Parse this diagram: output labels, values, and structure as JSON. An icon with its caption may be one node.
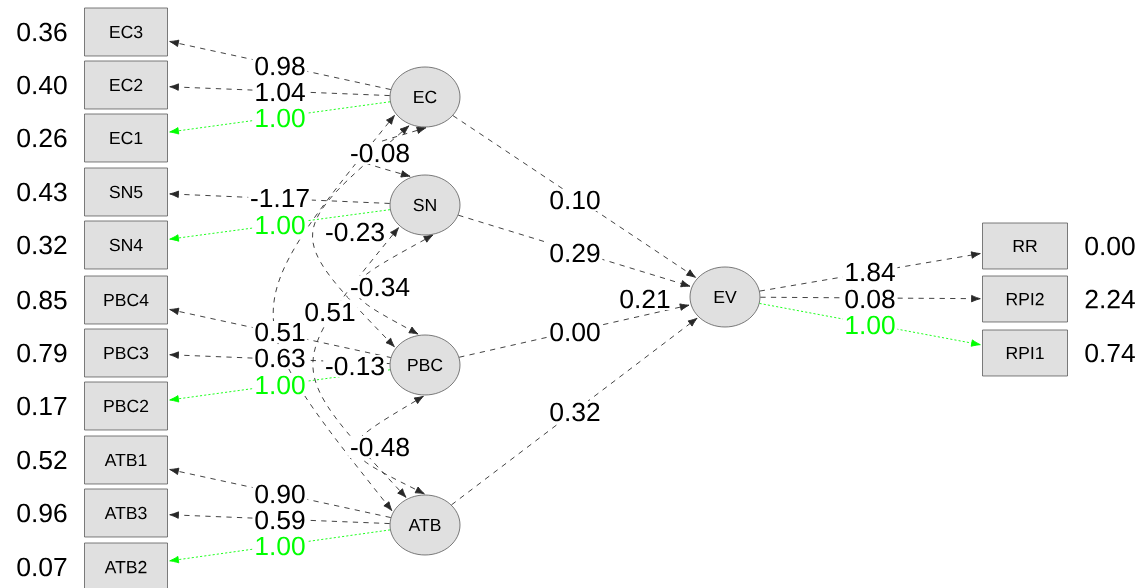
{
  "diagram": {
    "nodes": [
      {
        "text": [
          "EC3"
        ],
        "beside": [
          "0.36"
        ]
      },
      {
        "text": [
          "EC2"
        ],
        "beside": [
          "0.40"
        ]
      },
      {
        "text": [
          "EC1"
        ],
        "beside": [
          "0.26"
        ]
      },
      {
        "text": [
          "SN5"
        ],
        "beside": [
          "0.43"
        ]
      },
      {
        "text": [
          "SN4"
        ],
        "beside": [
          "0.32"
        ]
      },
      {
        "text": [
          "PBC4"
        ],
        "beside": [
          "0.85"
        ]
      },
      {
        "text": [
          "PBC3"
        ],
        "beside": [
          "0.79"
        ]
      },
      {
        "text": [
          "PBC2"
        ],
        "beside": [
          "0.17"
        ]
      },
      {
        "text": [
          "ATB1"
        ],
        "beside": [
          "0.52"
        ]
      },
      {
        "text": [
          "ATB3"
        ],
        "beside": [
          "0.96"
        ]
      },
      {
        "text": [
          "ATB2"
        ],
        "beside": [
          "0.07"
        ]
      },
      {
        "text": [
          "EC"
        ]
      },
      {
        "text": [
          "SN"
        ]
      },
      {
        "text": [
          "PBC"
        ]
      },
      {
        "text": [
          "ATB"
        ]
      },
      {
        "text": [
          "EV"
        ]
      },
      {
        "text": [
          "RR"
        ],
        "beside": [
          "0.00"
        ]
      },
      {
        "text": [
          "RPI2"
        ],
        "beside": [
          "2.24"
        ]
      },
      {
        "text": [
          "RPI1"
        ],
        "beside": [
          "0.74"
        ]
      }
    ],
    "edges": [
      {
        "from": 11,
        "to": 0,
        "arrow": "to",
        "label": "0.98",
        "style": "dashed"
      },
      {
        "from": 11,
        "to": 1,
        "arrow": "to",
        "label": "1.04",
        "style": "dashed"
      },
      {
        "from": 11,
        "to": 2,
        "arrow": "to",
        "label": "1.00",
        "style": "dashed",
        "color": "#00ff00"
      },
      {
        "from": 12,
        "to": 3,
        "arrow": "to",
        "label": "-1.17",
        "style": "dashed"
      },
      {
        "from": 12,
        "to": 4,
        "arrow": "to",
        "label": "1.00",
        "style": "dashed",
        "color": "#00ff00"
      },
      {
        "from": 13,
        "to": 5,
        "arrow": "to",
        "label": "0.51",
        "style": "dashed"
      },
      {
        "from": 13,
        "to": 6,
        "arrow": "to",
        "label": "0.63",
        "style": "dashed"
      },
      {
        "from": 13,
        "to": 7,
        "arrow": "to",
        "label": "1.00",
        "style": "dashed",
        "color": "#00ff00"
      },
      {
        "from": 14,
        "to": 8,
        "arrow": "to",
        "label": "0.90",
        "style": "dashed"
      },
      {
        "from": 14,
        "to": 9,
        "arrow": "to",
        "label": "0.59",
        "style": "dashed"
      },
      {
        "from": 14,
        "to": 10,
        "arrow": "to",
        "label": "1.00",
        "style": "dashed",
        "color": "#00ff00"
      },
      {
        "from": 11,
        "to": 12,
        "arrow": "both",
        "label": "-0.08",
        "style": "dashed"
      },
      {
        "from": 11,
        "to": 13,
        "arrow": "both",
        "label": "-0.23",
        "style": "dashed"
      },
      {
        "from": 11,
        "to": 14,
        "arrow": "both",
        "label": "0.51",
        "style": "dashed"
      },
      {
        "from": 12,
        "to": 13,
        "arrow": "both",
        "label": "-0.34",
        "style": "dashed"
      },
      {
        "from": 12,
        "to": 14,
        "arrow": "both",
        "label": "-0.13",
        "style": "dashed"
      },
      {
        "from": 13,
        "to": 14,
        "arrow": "both",
        "label": "-0.48",
        "style": "dashed"
      },
      {
        "from": 11,
        "to": 15,
        "arrow": "to",
        "label": "0.10",
        "style": "dashed"
      },
      {
        "from": 12,
        "to": 15,
        "arrow": "to",
        "label": "0.29",
        "style": "dashed"
      },
      {
        "from": 13,
        "to": 15,
        "arrow": "to",
        "label": "0.00",
        "style": "dashed"
      },
      {
        "from": 14,
        "to": 15,
        "arrow": "to",
        "label": "0.32",
        "style": "dashed"
      },
      {
        "from": 15,
        "to": 16,
        "arrow": "to",
        "label": "1.84",
        "style": "dashed"
      },
      {
        "from": 15,
        "to": 17,
        "arrow": "to",
        "label": "0.08",
        "style": "dashed"
      },
      {
        "from": 15,
        "to": 18,
        "arrow": "to",
        "label": "1.00",
        "style": "dashed",
        "color": "#00ff00"
      }
    ],
    "labels": [
      "0.21"
    ]
  }
}
